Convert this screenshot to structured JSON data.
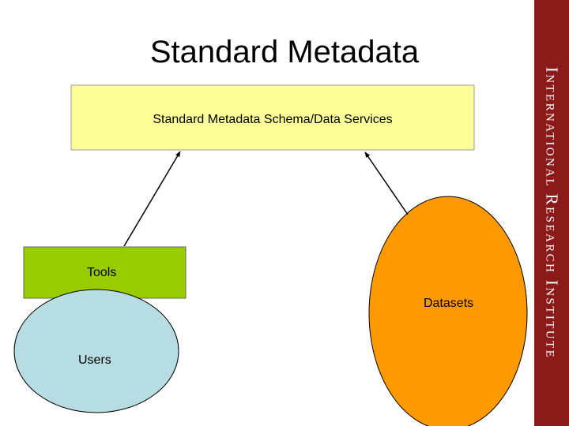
{
  "title": "Standard Metadata",
  "diagram": {
    "schema_box": {
      "label": "Standard Metadata Schema/Data Services",
      "fill": "#ffff99"
    },
    "tools_box": {
      "label": "Tools",
      "fill": "#99cc00"
    },
    "users_ellipse": {
      "label": "Users",
      "fill": "#b7dde2"
    },
    "datasets_ellipse": {
      "label": "Datasets",
      "fill": "#ff9900"
    }
  },
  "sidebar": {
    "text": "International Research Institute",
    "color": "#8b1a1a"
  }
}
